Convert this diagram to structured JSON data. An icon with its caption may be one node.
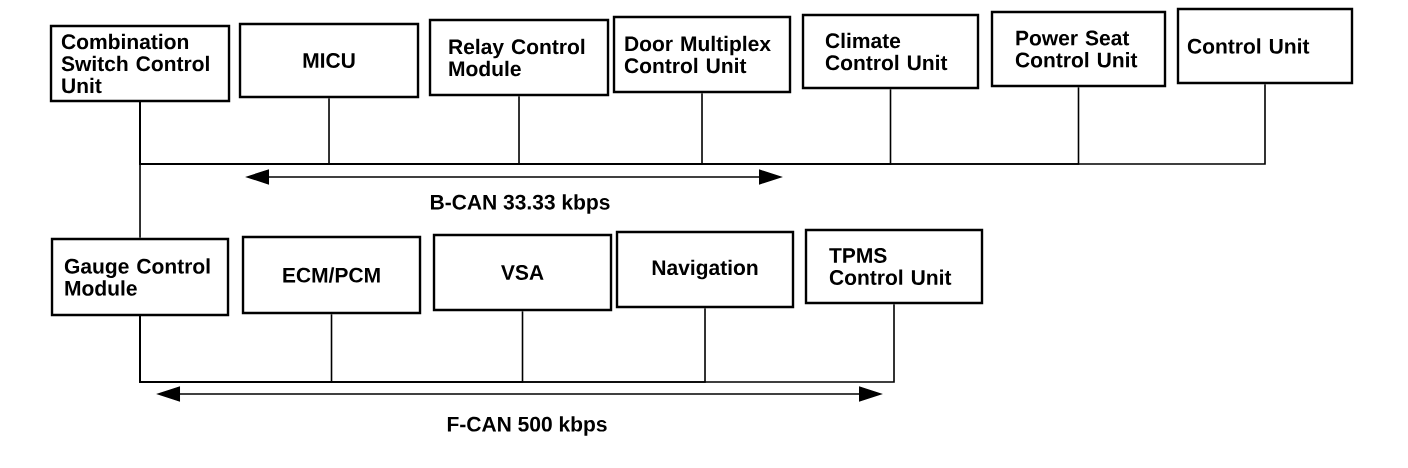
{
  "diagram": {
    "nodes": [
      {
        "text": [
          "Combination Switch Control Unit"
        ]
      },
      {
        "text": [
          "MICU"
        ]
      },
      {
        "text": [
          "Relay Control Module"
        ]
      },
      {
        "text": [
          "Door Multiplex Control Unit"
        ]
      },
      {
        "text": [
          "Climate Control Unit"
        ]
      },
      {
        "text": [
          "Power Seat Control Unit"
        ]
      },
      {
        "text": [
          "Control Unit"
        ]
      },
      {
        "text": [
          "Gauge Control Module"
        ]
      },
      {
        "text": [
          "ECM/PCM"
        ]
      },
      {
        "text": [
          "VSA"
        ]
      },
      {
        "text": [
          "Navigation"
        ]
      },
      {
        "text": [
          "TPMS Control Unit"
        ]
      }
    ],
    "edges": [
      {
        "from": 0,
        "to": 1,
        "arrow": "none"
      },
      {
        "from": 0,
        "to": 2,
        "arrow": "none"
      },
      {
        "from": 0,
        "to": 3,
        "arrow": "none"
      },
      {
        "from": 0,
        "to": 4,
        "arrow": "none"
      },
      {
        "from": 0,
        "to": 5,
        "arrow": "none"
      },
      {
        "from": 0,
        "to": 6,
        "arrow": "none"
      },
      {
        "from": 0,
        "to": 7,
        "arrow": "none"
      },
      {
        "from": 7,
        "to": 8,
        "arrow": "none"
      },
      {
        "from": 7,
        "to": 9,
        "arrow": "none"
      },
      {
        "from": 7,
        "to": 10,
        "arrow": "none"
      },
      {
        "from": 7,
        "to": 11,
        "arrow": "none"
      }
    ],
    "labels": [
      "B-CAN 33.33 kbps",
      "F-CAN 500 kbps"
    ]
  }
}
